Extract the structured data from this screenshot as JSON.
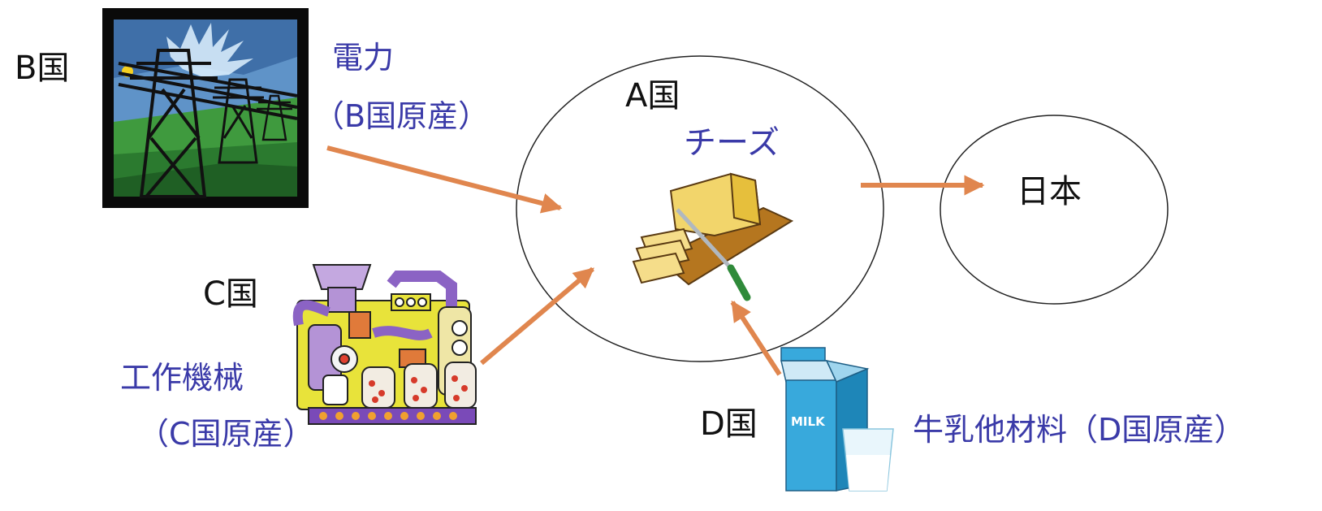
{
  "countries": {
    "a": "A国",
    "b": "B国",
    "c": "C国",
    "d": "D国",
    "japan": "日本"
  },
  "products": {
    "cheese": "チーズ",
    "power": "電力",
    "power_origin": "（B国原産）",
    "machine": "工作機械",
    "machine_origin": "（C国原産）",
    "milk_materials": "牛乳他材料（D国原産）"
  },
  "illustrations": {
    "power_lines": "power-tower-icon",
    "factory": "factory-machine-icon",
    "cheese": "cheese-board-icon",
    "milk": "milk-carton-icon",
    "milk_carton_text": "MILK"
  },
  "colors": {
    "arrow": "#e0864e",
    "label_blue": "#3a3aa8",
    "label_black": "#111111",
    "outline": "#222222"
  }
}
